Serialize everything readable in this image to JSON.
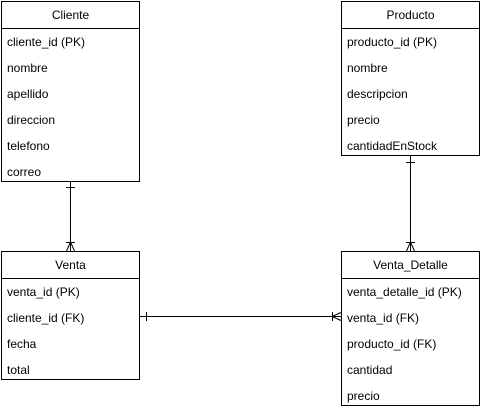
{
  "entities": {
    "cliente": {
      "title": "Cliente",
      "attributes": [
        "cliente_id (PK)",
        "nombre",
        "apellido",
        "direccion",
        "telefono",
        "correo"
      ]
    },
    "producto": {
      "title": "Producto",
      "attributes": [
        "producto_id (PK)",
        "nombre",
        "descripcion",
        "precio",
        "cantidadEnStock"
      ]
    },
    "venta": {
      "title": "Venta",
      "attributes": [
        "venta_id (PK)",
        "cliente_id (FK)",
        "fecha",
        "total"
      ]
    },
    "venta_detalle": {
      "title": "Venta_Detalle",
      "attributes": [
        "venta_detalle_id (PK)",
        "venta_id (FK)",
        "producto_id (FK)",
        "cantidad",
        "precio"
      ]
    }
  },
  "relationships": [
    {
      "from": "cliente",
      "to": "venta",
      "from_cardinality": "one",
      "to_cardinality": "many"
    },
    {
      "from": "producto",
      "to": "venta_detalle",
      "from_cardinality": "one",
      "to_cardinality": "many"
    },
    {
      "from": "venta",
      "to": "venta_detalle",
      "from_cardinality": "one",
      "to_cardinality": "many"
    }
  ],
  "colors": {
    "line": "#000000",
    "background": "#ffffff"
  }
}
